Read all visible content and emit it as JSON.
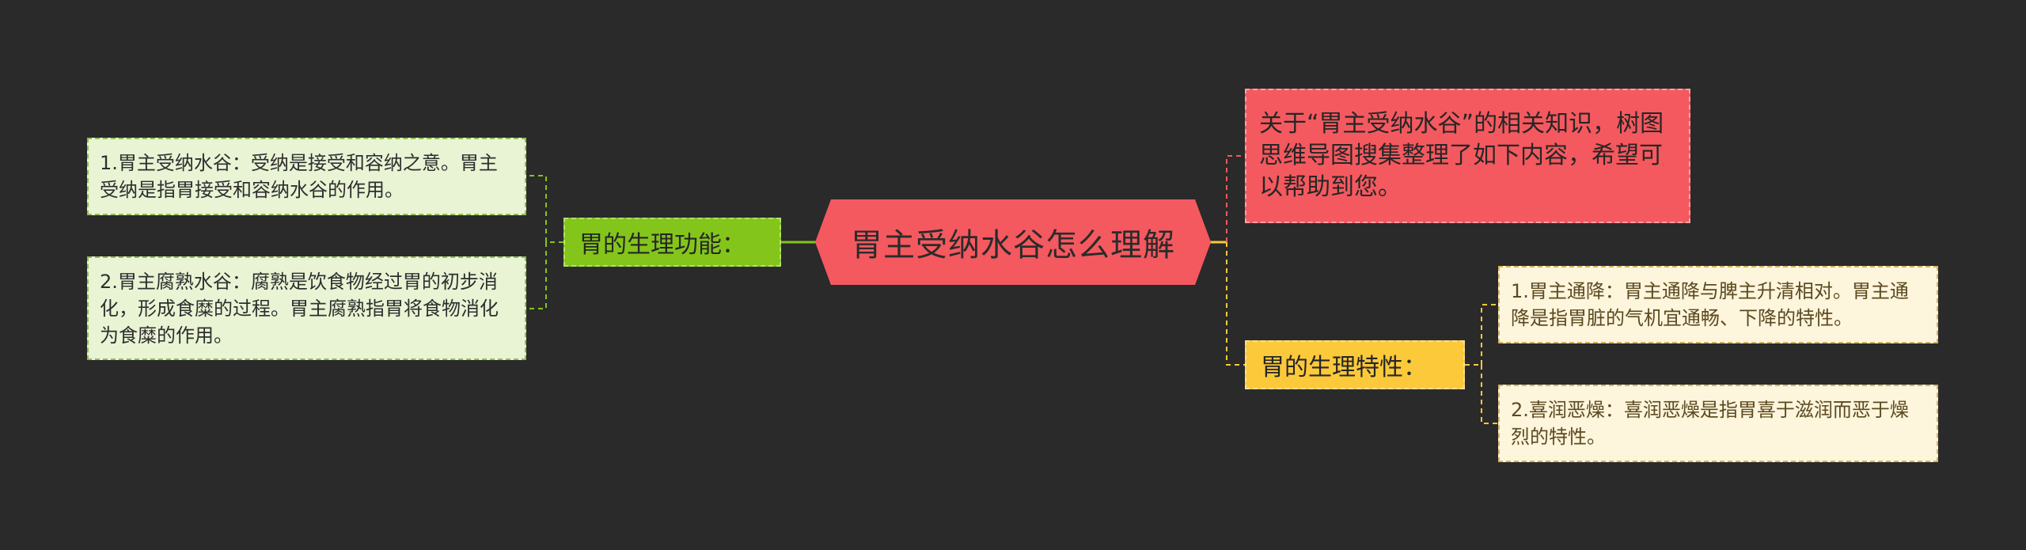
{
  "root": {
    "title": "胃主受纳水谷怎么理解"
  },
  "intro": {
    "text": "关于“胃主受纳水谷”的相关知识，树图思维导图搜集整理了如下内容，希望可以帮助到您。"
  },
  "branches": [
    {
      "label": "胃的生理功能：",
      "color": "#84c51b",
      "children": [
        {
          "text": "1.胃主受纳水谷：受纳是接受和容纳之意。胃主受纳是指胃接受和容纳水谷的作用。"
        },
        {
          "text": "2.胃主腐熟水谷：腐熟是饮食物经过胃的初步消化，形成食糜的过程。胃主腐熟指胃将食物消化为食糜的作用。"
        }
      ]
    },
    {
      "label": "胃的生理特性：",
      "color": "#fcc93a",
      "children": [
        {
          "text": "1.胃主通降：胃主通降与脾主升清相对。胃主通降是指胃脏的气机宜通畅、下降的特性。"
        },
        {
          "text": "2.喜润恶燥：喜润恶燥是指胃喜于滋润而恶于燥烈的特性。"
        }
      ]
    }
  ],
  "colors": {
    "background": "#2a2a2a",
    "root": "#f4595f",
    "intro": "#f4595f",
    "green_branch": "#84c51b",
    "yellow_branch": "#fcc93a",
    "green_leaf": "#e9f4d5",
    "yellow_leaf": "#fdf5dc"
  }
}
